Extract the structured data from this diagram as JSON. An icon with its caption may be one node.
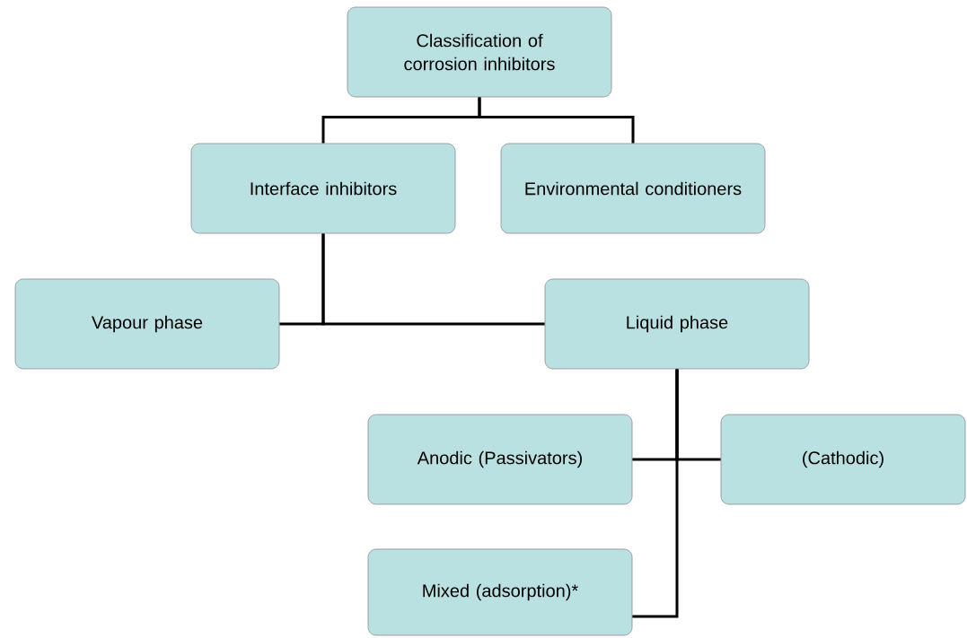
{
  "diagram": {
    "nodes": [
      {
        "text": [
          "Classification of corrosion inhibitors"
        ]
      },
      {
        "text": [
          "Interface inhibitors"
        ]
      },
      {
        "text": [
          "Environmental conditioners"
        ]
      },
      {
        "text": [
          "Vapour phase"
        ]
      },
      {
        "text": [
          "Liquid phase"
        ]
      },
      {
        "text": [
          "Anodic (Passivators)"
        ]
      },
      {
        "text": [
          "(Cathodic)"
        ]
      },
      {
        "text": [
          "Mixed (adsorption)*"
        ]
      }
    ],
    "edges": [
      {
        "from": 0,
        "to": 1,
        "arrow": "none"
      },
      {
        "from": 0,
        "to": 2,
        "arrow": "none"
      },
      {
        "from": 1,
        "to": 3,
        "arrow": "none"
      },
      {
        "from": 1,
        "to": 4,
        "arrow": "none"
      },
      {
        "from": 4,
        "to": 5,
        "arrow": "none"
      },
      {
        "from": 4,
        "to": 6,
        "arrow": "none"
      },
      {
        "from": 4,
        "to": 7,
        "arrow": "none"
      }
    ]
  }
}
